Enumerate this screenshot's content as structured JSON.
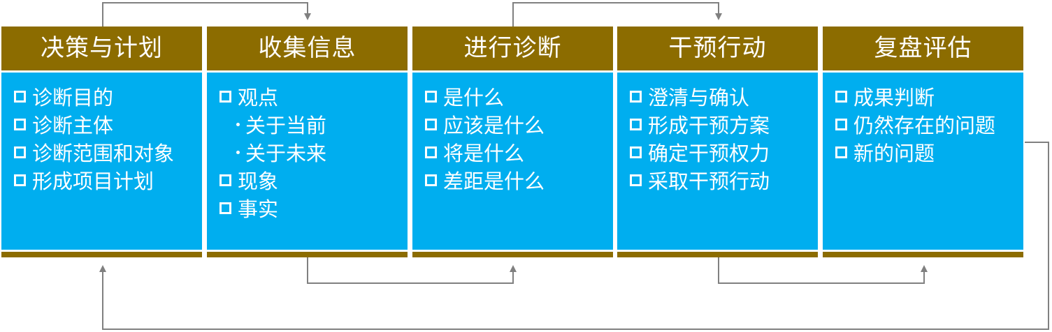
{
  "colors": {
    "header": "#8c6c00",
    "body": "#00aeef",
    "text": "#ffffff",
    "connector": "#808080"
  },
  "stages": [
    {
      "title": "决策与计划",
      "items": [
        {
          "text": "诊断目的"
        },
        {
          "text": "诊断主体"
        },
        {
          "text": "诊断范围和对象"
        },
        {
          "text": "形成项目计划"
        }
      ]
    },
    {
      "title": "收集信息",
      "items": [
        {
          "text": "观点",
          "children": [
            "关于当前",
            "关于未来"
          ]
        },
        {
          "text": "现象"
        },
        {
          "text": "事实"
        }
      ]
    },
    {
      "title": "进行诊断",
      "items": [
        {
          "text": "是什么"
        },
        {
          "text": "应该是什么"
        },
        {
          "text": "将是什么"
        },
        {
          "text": "差距是什么"
        }
      ]
    },
    {
      "title": "干预行动",
      "items": [
        {
          "text": "澄清与确认"
        },
        {
          "text": "形成干预方案"
        },
        {
          "text": "确定干预权力"
        },
        {
          "text": "采取干预行动"
        }
      ]
    },
    {
      "title": "复盘评估",
      "items": [
        {
          "text": "成果判断"
        },
        {
          "text": "仍然存在的问题"
        },
        {
          "text": "新的问题"
        }
      ]
    }
  ],
  "connectors": [
    {
      "from": "决策与计划",
      "to": "收集信息",
      "side": "top"
    },
    {
      "from": "收集信息",
      "to": "进行诊断",
      "side": "bottom"
    },
    {
      "from": "进行诊断",
      "to": "干预行动",
      "side": "top"
    },
    {
      "from": "干预行动",
      "to": "复盘评估",
      "side": "bottom"
    },
    {
      "from": "复盘评估",
      "to": "决策与计划",
      "side": "loop"
    }
  ]
}
